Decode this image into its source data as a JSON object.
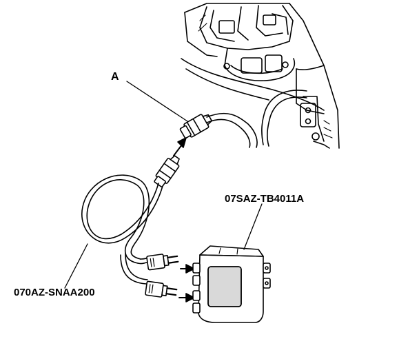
{
  "callouts": {
    "a": "A",
    "tester_part": "07SAZ-TB4011A",
    "harness_part": "070AZ-SNAA200"
  },
  "colors": {
    "line": "#000000",
    "background": "#ffffff",
    "shade": "#d9d9d9"
  },
  "icons": {
    "arrow": "arrowhead",
    "connector": "plug-connector",
    "box": "test-box"
  }
}
